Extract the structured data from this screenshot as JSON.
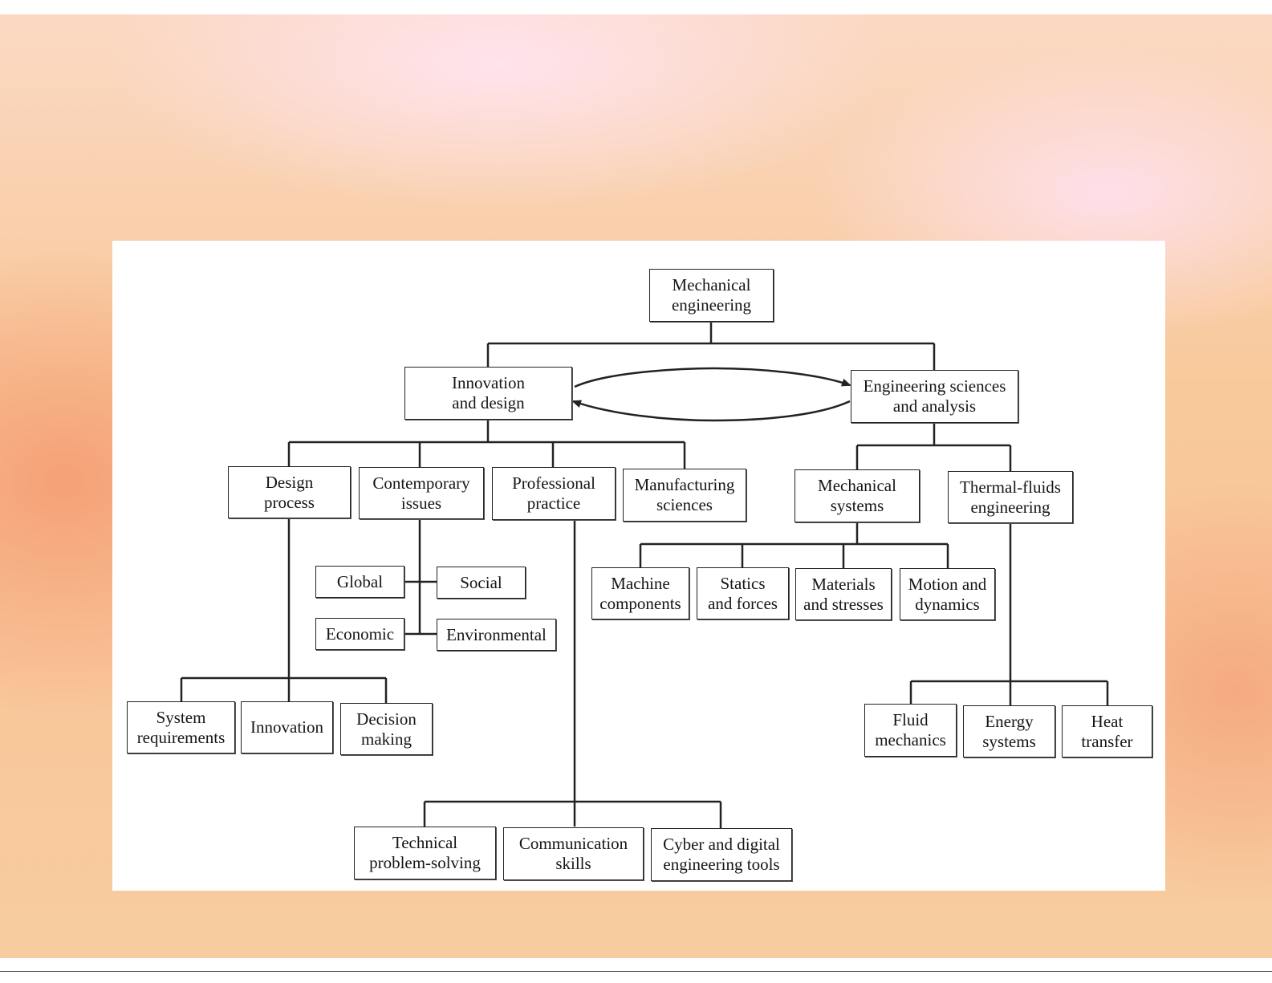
{
  "diagram": {
    "root": "Mechanical\nengineering",
    "innovation": "Innovation\nand design",
    "sciences": "Engineering sciences\nand analysis",
    "design_process": "Design\nprocess",
    "contemporary": "Contemporary\nissues",
    "professional": "Professional\npractice",
    "manufacturing": "Manufacturing\nsciences",
    "mech_systems": "Mechanical\nsystems",
    "thermal": "Thermal-fluids\nengineering",
    "global": "Global",
    "social": "Social",
    "economic": "Economic",
    "environmental": "Environmental",
    "machine": "Machine\ncomponents",
    "statics": "Statics\nand forces",
    "materials": "Materials\nand stresses",
    "motion": "Motion and\ndynamics",
    "system_req": "System\nrequirements",
    "innovation_leaf": "Innovation",
    "decision": "Decision\nmaking",
    "technical": "Technical\nproblem-solving",
    "communication": "Communication\nskills",
    "cyber": "Cyber and digital\nengineering tools",
    "fluid": "Fluid\nmechanics",
    "energy": "Energy\nsystems",
    "heat": "Heat\ntransfer"
  },
  "colors": {
    "line": "#222222",
    "box_border": "#222222",
    "panel": "#ffffff"
  }
}
